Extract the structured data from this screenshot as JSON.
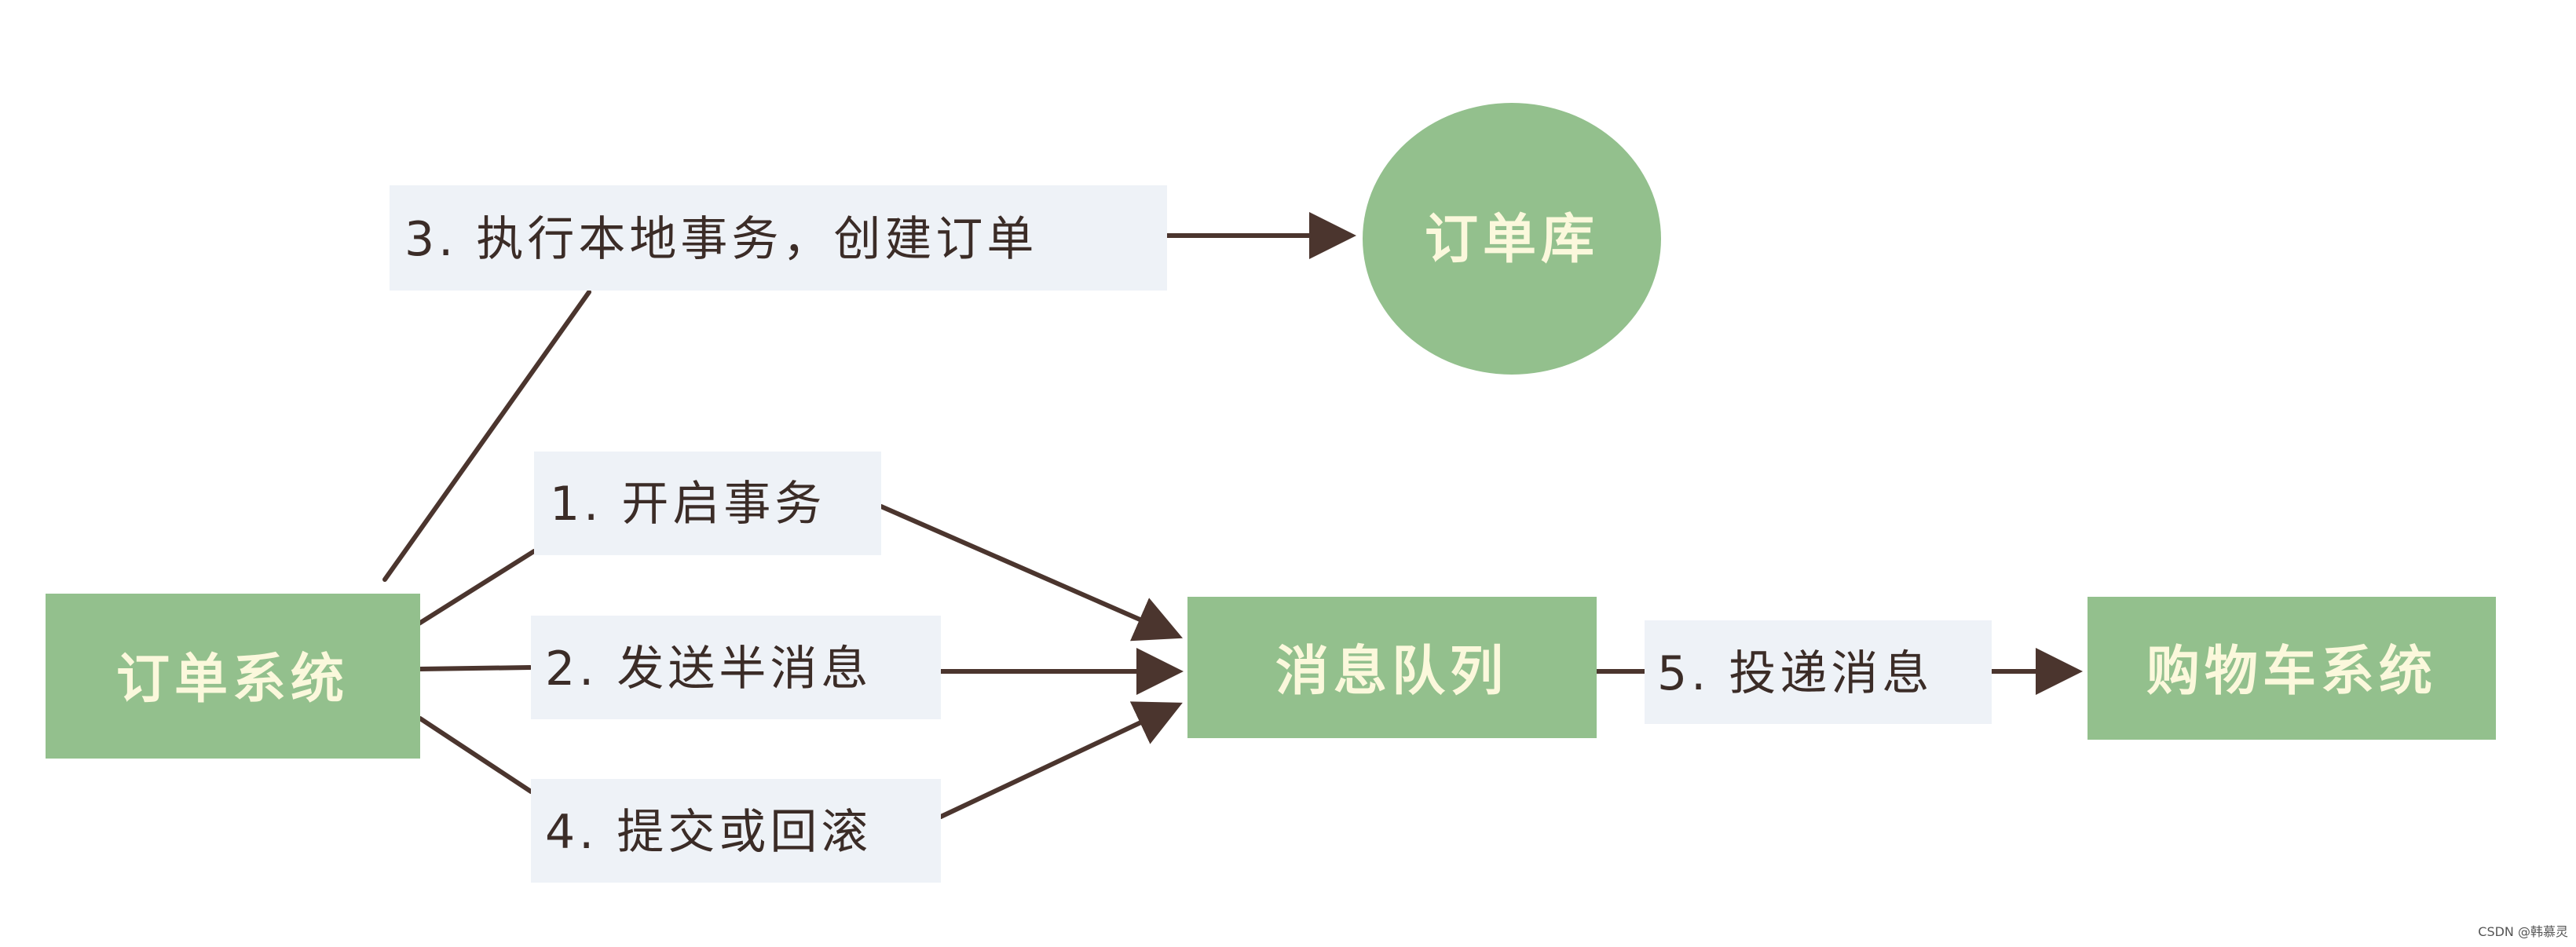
{
  "colors": {
    "node_fill": "#93c08d",
    "node_text": "#fbf8dc",
    "label_bg": "#eef2f7",
    "label_text": "#3b2c27",
    "edge": "#4b352e"
  },
  "nodes": {
    "order_system": "订单系统",
    "order_db": "订单库",
    "message_queue": "消息队列",
    "cart_system": "购物车系统"
  },
  "labels": {
    "step1": "1. 开启事务",
    "step2": "2. 发送半消息",
    "step3": "3. 执行本地事务，创建订单",
    "step4": "4. 提交或回滚",
    "step5": "5. 投递消息"
  },
  "footer": "CSDN @韩慕灵"
}
